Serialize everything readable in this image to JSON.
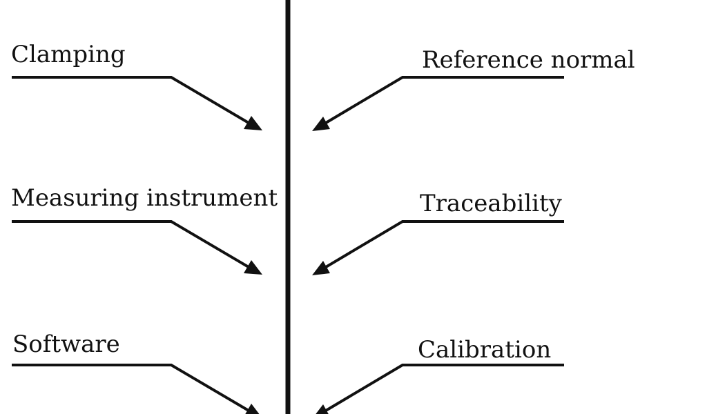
{
  "diagram": {
    "left_causes": [
      {
        "label": "Clamping"
      },
      {
        "label": "Measuring instrument"
      },
      {
        "label": "Software"
      }
    ],
    "right_causes": [
      {
        "label": "Reference normal"
      },
      {
        "label": "Traceability"
      },
      {
        "label": "Calibration"
      }
    ]
  }
}
